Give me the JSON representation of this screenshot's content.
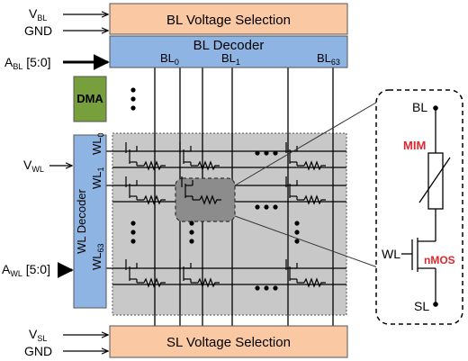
{
  "inputs": {
    "vbl": {
      "main": "V",
      "sub": "BL"
    },
    "gnd_top": "GND",
    "abl": {
      "main": "A",
      "sub": "BL",
      "suffix": " [5:0]"
    },
    "vwl": {
      "main": "V",
      "sub": "WL"
    },
    "awl": {
      "main": "A",
      "sub": "WL",
      "suffix": " [5:0]"
    },
    "vsl": {
      "main": "V",
      "sub": "SL"
    },
    "gnd_bottom": "GND"
  },
  "blocks": {
    "bl_voltage_selection": "BL Voltage Selection",
    "bl_decoder": "BL Decoder",
    "dma": "DMA",
    "wl_decoder": "WL Decoder",
    "sl_voltage_selection": "SL Voltage Selection"
  },
  "bitlines": [
    {
      "main": "BL",
      "sub": "0"
    },
    {
      "main": "BL",
      "sub": "1"
    },
    {
      "main": "BL",
      "sub": "63"
    }
  ],
  "wordlines": [
    {
      "main": "WL",
      "sub": "0"
    },
    {
      "main": "WL",
      "sub": "1"
    },
    {
      "main": "WL",
      "sub": "63"
    }
  ],
  "cell_detail": {
    "bl": "BL",
    "mim": "MIM",
    "wl": "WL",
    "nmos": "nMOS",
    "sl": "SL"
  },
  "colors": {
    "voltage_block": "#FAC9A4",
    "decoder_block": "#8EB4E3",
    "dma_block": "#77A03C",
    "array_background": "#C8C8C8",
    "highlight_cell": "#8C8C8C",
    "accent_red": "#E0262E"
  }
}
